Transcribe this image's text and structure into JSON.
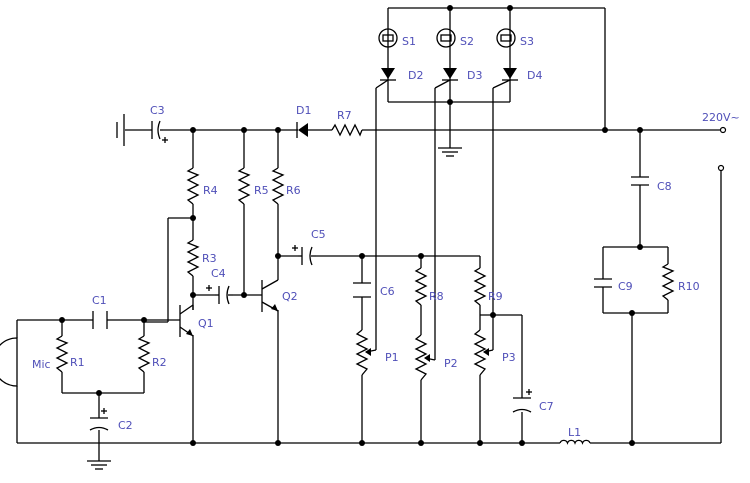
{
  "labels": {
    "S1": "S1",
    "S2": "S2",
    "S3": "S3",
    "D1": "D1",
    "D2": "D2",
    "D3": "D3",
    "D4": "D4",
    "C1": "C1",
    "C2": "C2",
    "C3": "C3",
    "C4": "C4",
    "C5": "C5",
    "C6": "C6",
    "C7": "C7",
    "C8": "C8",
    "C9": "C9",
    "R1": "R1",
    "R2": "R2",
    "R3": "R3",
    "R4": "R4",
    "R5": "R5",
    "R6": "R6",
    "R7": "R7",
    "R8": "R8",
    "R9": "R9",
    "R10": "R10",
    "Q1": "Q1",
    "Q2": "Q2",
    "P1": "P1",
    "P2": "P2",
    "P3": "P3",
    "L1": "L1",
    "Mic": "Mic",
    "mains": "220V~"
  },
  "colors": {
    "wire": "#000000",
    "label": "#4f4fb8",
    "background": "#ffffff"
  }
}
